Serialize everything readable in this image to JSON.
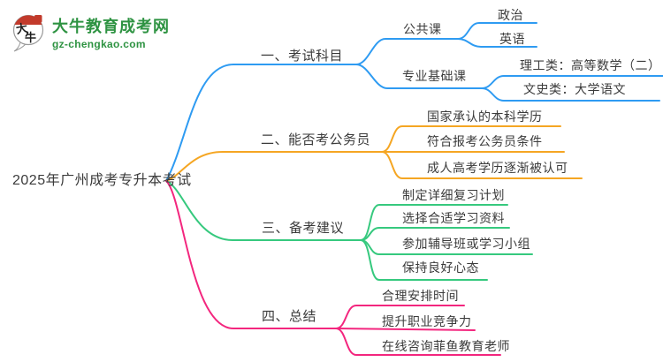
{
  "logo": {
    "site_name": "大牛教育成考网",
    "site_url": "gz-chengkao.com",
    "icon_chars": [
      "大",
      "牛"
    ],
    "brand_green": "#2e9342",
    "brand_red": "#c23a2b"
  },
  "colors": {
    "branch_exam_blue": "#2e9bf2",
    "branch_civil_orange": "#f5a623",
    "branch_prep_green": "#36c97e",
    "branch_summary_pink": "#f3267e",
    "text": "#3b3b3b"
  },
  "mindmap": {
    "root": {
      "label": "2025年广州成考专升本考试"
    },
    "branches": [
      {
        "label": "一、考试科目",
        "children": [
          {
            "label": "公共课",
            "children": [
              {
                "label": "政治"
              },
              {
                "label": "英语"
              }
            ]
          },
          {
            "label": "专业基础课",
            "children": [
              {
                "label": "理工类：高等数学（二）"
              },
              {
                "label": "文史类：大学语文"
              }
            ]
          }
        ]
      },
      {
        "label": "二、能否考公务员",
        "children": [
          {
            "label": "国家承认的本科学历"
          },
          {
            "label": "符合报考公务员条件"
          },
          {
            "label": "成人高考学历逐渐被认可"
          }
        ]
      },
      {
        "label": "三、备考建议",
        "children": [
          {
            "label": "制定详细复习计划"
          },
          {
            "label": "选择合适学习资料"
          },
          {
            "label": "参加辅导班或学习小组"
          },
          {
            "label": "保持良好心态"
          }
        ]
      },
      {
        "label": "四、总结",
        "children": [
          {
            "label": "合理安排时间"
          },
          {
            "label": "提升职业竞争力"
          },
          {
            "label": "在线咨询菲鱼教育老师"
          }
        ]
      }
    ]
  }
}
